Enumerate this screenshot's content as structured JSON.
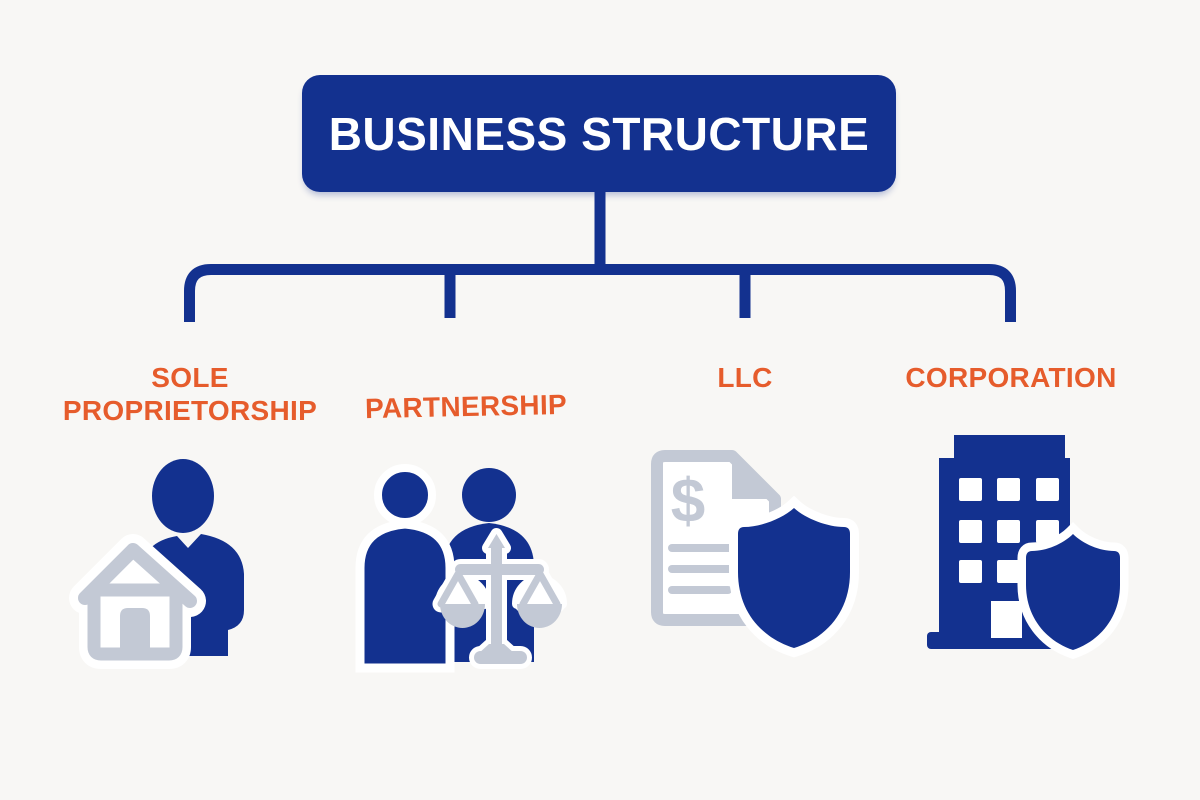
{
  "title": "BUSINESS STRUCTURE",
  "colors": {
    "navy": "#13318f",
    "orange": "#e65c2c",
    "icon_gray": "#c3c9d5",
    "background": "#f8f7f5",
    "title_text": "#ffffff"
  },
  "branches": [
    {
      "id": "sole-proprietorship",
      "label": "SOLE PROPRIETORSHIP",
      "label_lines": [
        "SOLE",
        "PROPRIETORSHIP"
      ],
      "icon": "person-house-icon"
    },
    {
      "id": "partnership",
      "label": "PARTNERSHIP",
      "label_lines": [
        "PARTNERSHIP"
      ],
      "icon": "two-people-balance-scale-icon"
    },
    {
      "id": "llc",
      "label": "LLC",
      "label_lines": [
        "LLC"
      ],
      "icon": "dollar-document-shield-icon"
    },
    {
      "id": "corporation",
      "label": "CORPORATION",
      "label_lines": [
        "CORPORATION"
      ],
      "icon": "office-building-shield-icon"
    }
  ]
}
